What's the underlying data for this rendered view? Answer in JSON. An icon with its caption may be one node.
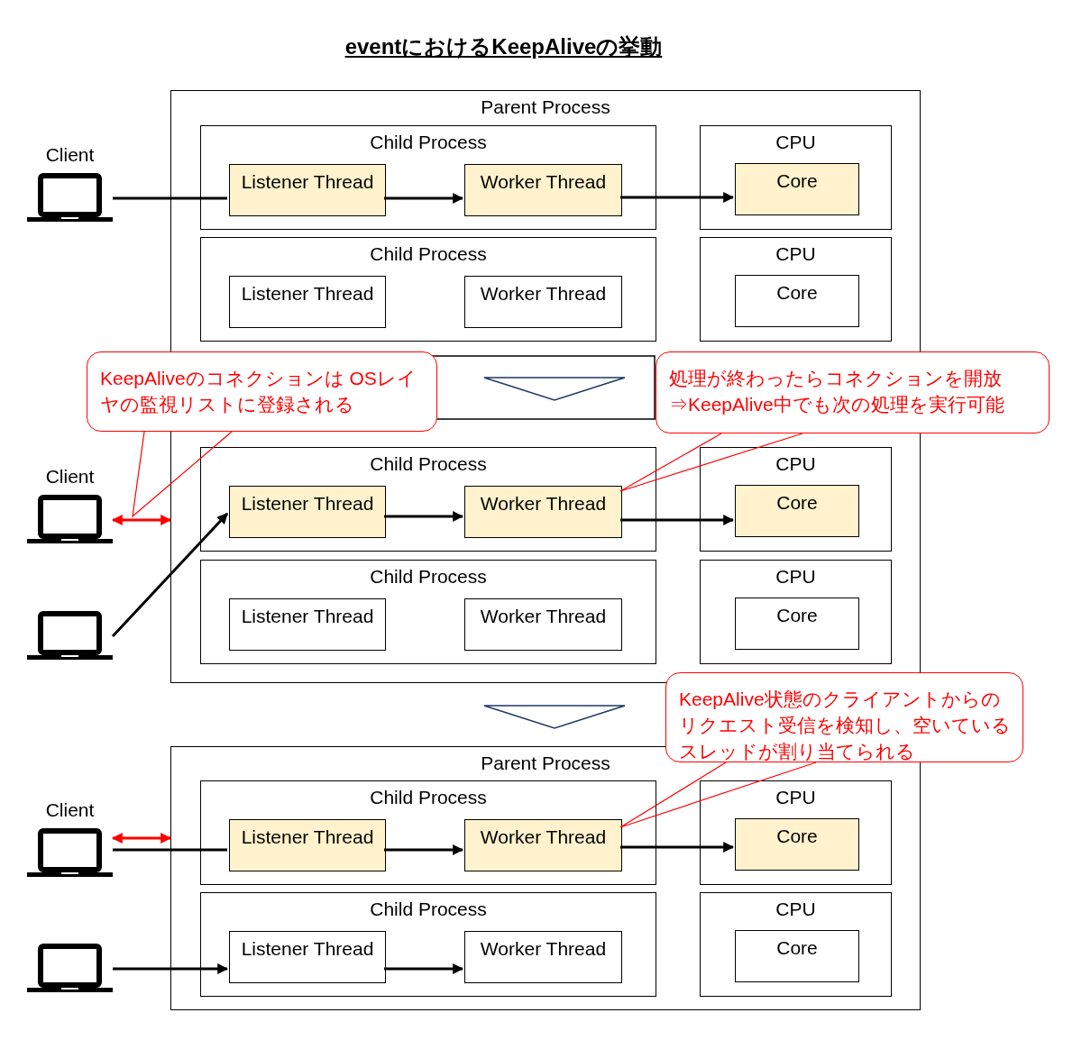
{
  "diagram": {
    "title": "eventにおけるKeepAliveの挙動",
    "nodes": [
      {
        "text": [
          "Parent Process"
        ]
      },
      {
        "text": [
          "Client"
        ]
      },
      {
        "text": [
          "Child Process"
        ],
        "in": 0
      },
      {
        "text": [
          "Listener Thread"
        ],
        "in": 2
      },
      {
        "text": [
          "Worker Thread"
        ],
        "in": 2
      },
      {
        "text": [
          "CPU"
        ],
        "in": 0
      },
      {
        "text": [
          "Core"
        ],
        "in": 5
      },
      {
        "text": [
          "Child Process"
        ],
        "in": 0
      },
      {
        "text": [
          "Listener Thread"
        ],
        "in": 7
      },
      {
        "text": [
          "Worker Thread"
        ],
        "in": 7
      },
      {
        "text": [
          "CPU"
        ],
        "in": 0
      },
      {
        "text": [
          "Core"
        ],
        "in": 10
      },
      {
        "text": [
          "Client"
        ]
      },
      {
        "text": [],
        "shape": "laptop"
      },
      {
        "text": [
          "Child Process"
        ],
        "in": 0
      },
      {
        "text": [
          "Listener Thread"
        ],
        "in": 14
      },
      {
        "text": [
          "Worker Thread"
        ],
        "in": 14
      },
      {
        "text": [
          "CPU"
        ],
        "in": 0
      },
      {
        "text": [
          "Core"
        ],
        "in": 17
      },
      {
        "text": [
          "Child Process"
        ],
        "in": 0
      },
      {
        "text": [
          "Listener Thread"
        ],
        "in": 19
      },
      {
        "text": [
          "Worker Thread"
        ],
        "in": 19
      },
      {
        "text": [
          "CPU"
        ],
        "in": 0
      },
      {
        "text": [
          "Core"
        ],
        "in": 22
      },
      {
        "text": [
          "KeepAliveのコネクションは OSレイヤの監視リストに登録される"
        ]
      },
      {
        "text": [
          "処理が終わったらコネクションを開放 ⇒KeepAlive中でも次の処理を実行可能"
        ]
      },
      {
        "text": [
          "Parent Process"
        ]
      },
      {
        "text": [
          "Client"
        ]
      },
      {
        "text": [],
        "shape": "laptop"
      },
      {
        "text": [
          "Child Process"
        ],
        "in": 26
      },
      {
        "text": [
          "Listener Thread"
        ],
        "in": 29
      },
      {
        "text": [
          "Worker Thread"
        ],
        "in": 29
      },
      {
        "text": [
          "CPU"
        ],
        "in": 26
      },
      {
        "text": [
          "Core"
        ],
        "in": 32
      },
      {
        "text": [
          "Child Process"
        ],
        "in": 26
      },
      {
        "text": [
          "Listener Thread"
        ],
        "in": 34
      },
      {
        "text": [
          "Worker Thread"
        ],
        "in": 34
      },
      {
        "text": [
          "CPU"
        ],
        "in": 26
      },
      {
        "text": [
          "Core"
        ],
        "in": 37
      },
      {
        "text": [
          "KeepAlive状態のクライアントからのリクエスト受信を検知し、空いているスレッドが割り当てられる"
        ]
      }
    ],
    "edges": [
      {
        "from": 1,
        "to": 3,
        "arrow": "none"
      },
      {
        "from": 3,
        "to": 4,
        "arrow": "to"
      },
      {
        "from": 4,
        "to": 6,
        "arrow": "to"
      },
      {
        "from": 12,
        "to": 0,
        "arrow": "both",
        "color": "#ff0000"
      },
      {
        "from": 13,
        "to": 15,
        "arrow": "to"
      },
      {
        "from": 15,
        "to": 16,
        "arrow": "to"
      },
      {
        "from": 16,
        "to": 18,
        "arrow": "to"
      },
      {
        "from": 24,
        "to": null,
        "arrow": "none",
        "color": "#ff0000"
      },
      {
        "from": 25,
        "to": 16,
        "arrow": "none",
        "color": "#ff0000"
      },
      {
        "from": 27,
        "to": 26,
        "arrow": "both",
        "color": "#ff0000"
      },
      {
        "from": 27,
        "to": 30,
        "arrow": "none"
      },
      {
        "from": 30,
        "to": 31,
        "arrow": "to"
      },
      {
        "from": 31,
        "to": 33,
        "arrow": "to"
      },
      {
        "from": 39,
        "to": 31,
        "arrow": "none",
        "color": "#ff0000"
      },
      {
        "from": 28,
        "to": 35,
        "arrow": "to"
      },
      {
        "from": 35,
        "to": 36,
        "arrow": "to"
      }
    ]
  }
}
